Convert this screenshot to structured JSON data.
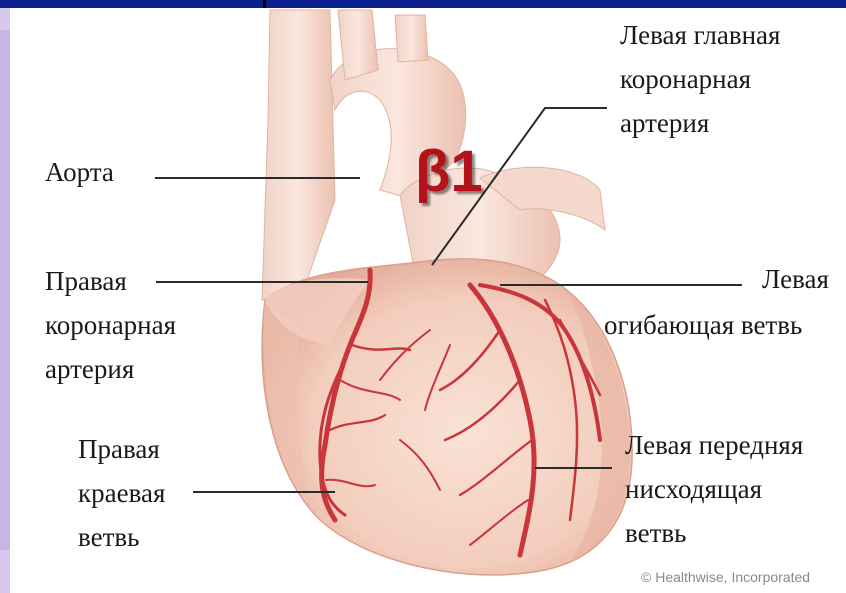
{
  "labels": {
    "aorta": "Аорта",
    "right_coronary": [
      "Правая",
      "коронарная",
      "артерия"
    ],
    "right_marginal": [
      "Правая",
      "краевая",
      "ветвь"
    ],
    "left_main": [
      "Левая главная",
      "коронарная",
      "артерия"
    ],
    "left_circumflex": [
      "Левая",
      "огибающая ветвь"
    ],
    "lad": [
      "Левая передняя",
      "нисходящая",
      "ветвь"
    ]
  },
  "beta_marker": "β1",
  "copyright": "© Healthwise, Incorporated",
  "colors": {
    "frame_top": "#0b1f8c",
    "frame_side": "#d9c8ee",
    "heart_fill": "#f6d6c8",
    "heart_shadow": "#e7b4a2",
    "artery": "#c8353a",
    "beta": "#b3121a"
  }
}
